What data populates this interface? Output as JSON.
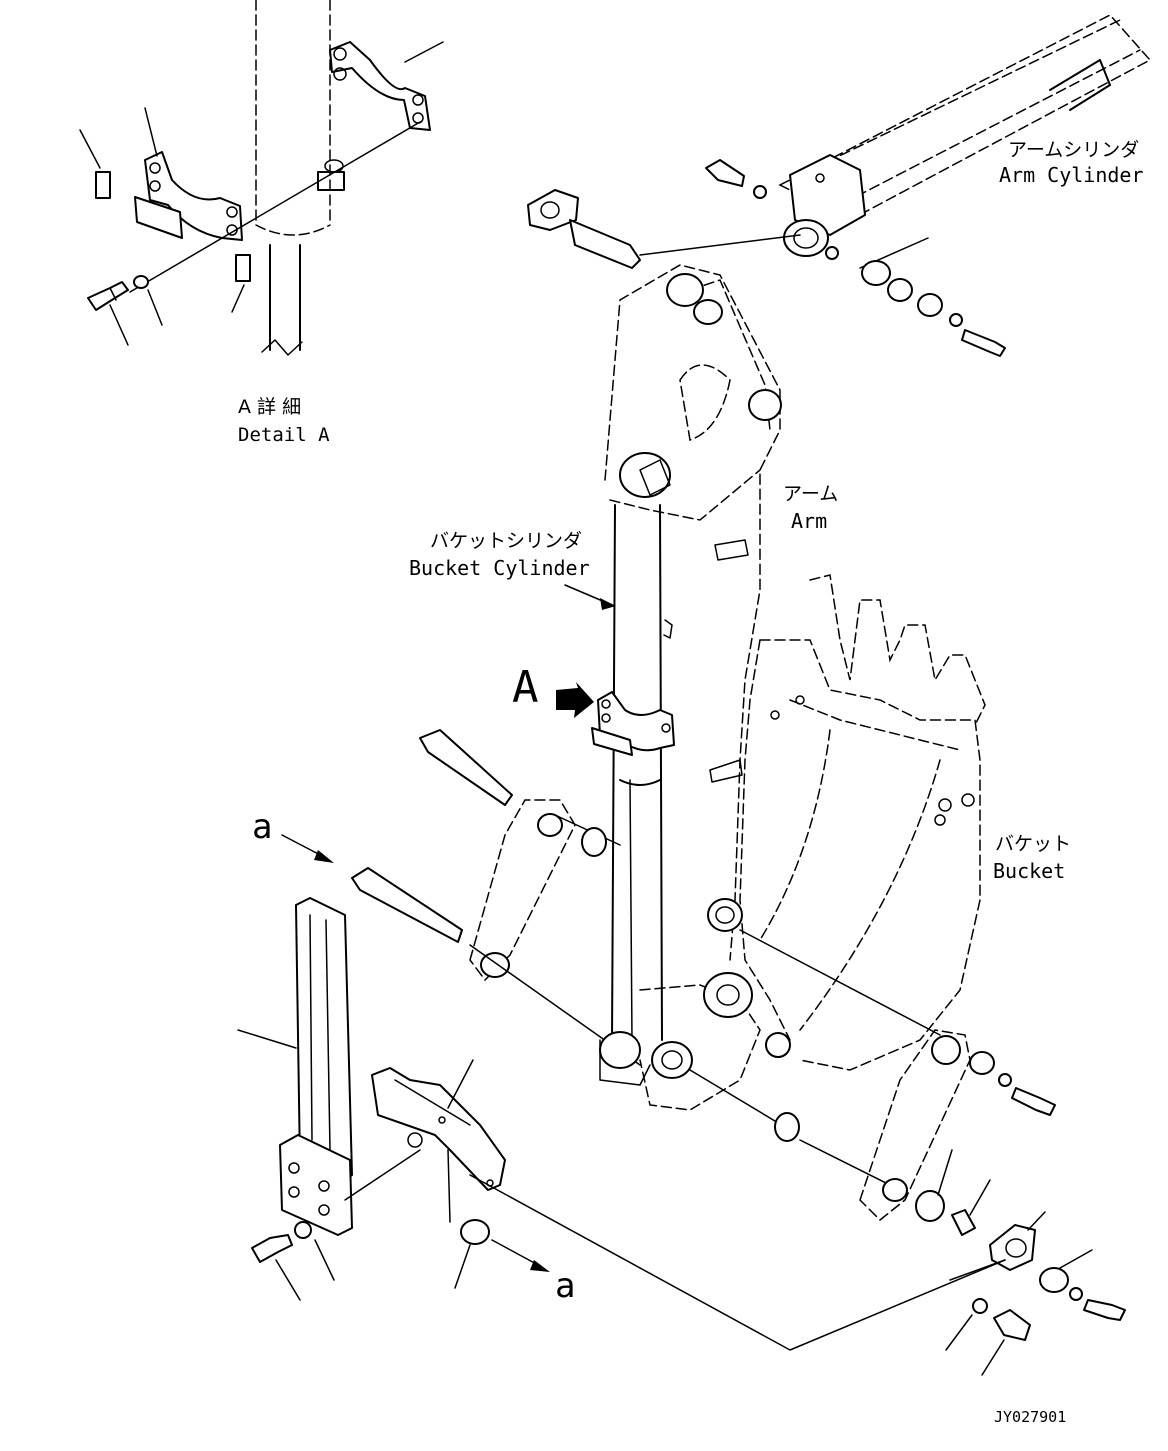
{
  "labels": {
    "detail_jp": "A 詳 細",
    "detail_en": "Detail A",
    "arm_cylinder_jp": "アームシリンダ",
    "arm_cylinder_en": "Arm Cylinder",
    "arm_jp": "アーム",
    "arm_en": "Arm",
    "bucket_cylinder_jp": "バケットシリンダ",
    "bucket_cylinder_en": "Bucket Cylinder",
    "bucket_jp": "バケット",
    "bucket_en": "Bucket",
    "view_marker": "A",
    "pin_ref_top": "a",
    "pin_ref_bottom": "a",
    "drawing_code": "JY027901"
  }
}
